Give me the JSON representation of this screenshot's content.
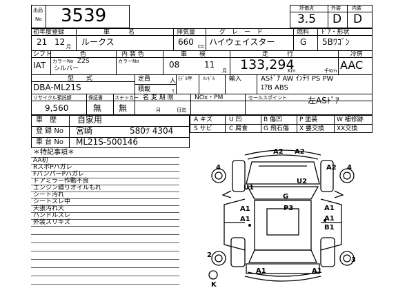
{
  "header": {
    "lot_label": "出品\nNo",
    "lot_number": "3539",
    "score_label": "評価点",
    "exterior_label": "外装",
    "interior_label": "内装",
    "score": "3.5",
    "exterior": "D",
    "interior": "D"
  },
  "row1": {
    "first_reg_label": "初年度登録",
    "name_label": "車　　　名",
    "displacement_label": "排気量",
    "grade_label": "グ　レ　ー　ド",
    "fuel_label": "燃料",
    "door_label": "ﾄﾞｱ・形状",
    "year": "21",
    "month": "12",
    "month_unit": "月",
    "car_name": "ルークス",
    "displacement": "660",
    "cc_unit": "CC",
    "grade": "ハイウェイスター",
    "fuel": "G",
    "door_shape": "5Bﾜｺﾞﾝ"
  },
  "row2": {
    "shift_label": "シフト",
    "color_label": "色",
    "interior_color_label": "内 装 色",
    "inspection_label": "車　　検",
    "mileage_label": "走　　　行",
    "ac_label": "冷房",
    "shift": "IAT",
    "color_no_label": "カラーNo",
    "color_no": "Z2S",
    "color": "シルバー",
    "int_color_no_label": "カラーNo",
    "insp_year": "08",
    "insp_month": "11",
    "month_unit": "月",
    "mileage": "133,294",
    "km_unit": "Km",
    "thousand_km_unit": "千Km",
    "ac": "AAC"
  },
  "row3": {
    "model_label": "型　　式",
    "capacity_label": "定員",
    "person_unit": "人",
    "load_label": "積載",
    "ton_unit": "t",
    "model_year_label": "ﾓﾃﾞﾙ年",
    "handle_label": "ﾊﾝﾄﾞﾙ",
    "import_label": "輸入",
    "model_code": "DBA-ML21S",
    "equipment_line1": "ASﾄﾞｱ AW ｲﾝﾃﾘ PS PW",
    "equipment_line2": "ｴｱB ABS"
  },
  "row4": {
    "recycle_label": "リサイクル預託額",
    "warranty_label": "保証書",
    "sticker_label": "ステッカー",
    "name_change_label": "名 変 期 限",
    "nox_label": "NOx・PM",
    "sales_point_label": "セールスポイント",
    "recycle_amount": "9,560",
    "warranty": "無",
    "sticker": "無",
    "month_unit": "月",
    "day_unit": "日迄",
    "sales_point": "左ASﾄﾞｱ"
  },
  "history": {
    "history_label": "車　歴",
    "history_value": "自家用",
    "reg_label": "登 録 No",
    "reg_area": "宮崎",
    "reg_number": "580ﾂ 4304",
    "chassis_label": "車 台 No",
    "chassis": "ML21S-500146"
  },
  "legend": {
    "items": [
      "A キズ",
      "U 凹",
      "B 傷凹",
      "P 塗装",
      "W 補修跡",
      "S サビ",
      "C 腐食",
      "G 飛石傷",
      "X 要交換",
      "XX交換"
    ]
  },
  "notes": {
    "title": "＊特記事項＊",
    "items": [
      "AA初",
      "RスポPハガレ",
      "FバンパーPハガレ",
      "ドアミラー作動不良",
      "エンジン廻りオイルもれ",
      "シート汚れ",
      "シートスレ中",
      "天張汚れ大",
      "ハンドルスレ",
      "外装スリキズ"
    ]
  },
  "diagram": {
    "marks": {
      "a2_top_left": "A2",
      "a2_top_right": "A2",
      "four_left": "4",
      "a2_right": "A2",
      "four_right": "4",
      "u2": "U2",
      "u1": "U1",
      "g": "G",
      "a1_left": "A1",
      "p3": "P3",
      "a1_right": "A1",
      "a1_left2": "A1",
      "a1_right2": "A1",
      "b1": "B1",
      "two_left": "2",
      "three_right": "3",
      "a1_bottom_left": "A1",
      "a1_bottom_right": "A1",
      "k": "K"
    }
  }
}
